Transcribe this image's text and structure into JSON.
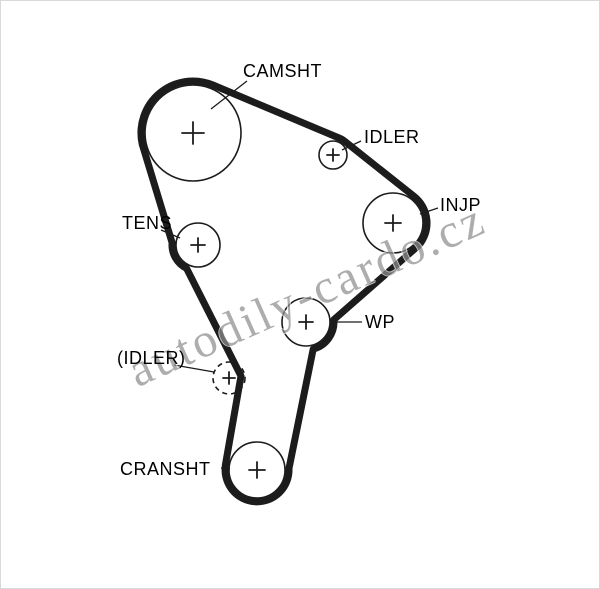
{
  "diagram": {
    "type": "timing-belt-routing-diagram",
    "labels": {
      "camshaft": "CAMSHT",
      "idler": "IDLER",
      "injection_pump": "INJP",
      "tensioner": "TENS",
      "water_pump": "WP",
      "idler_dashed": "(IDLER)",
      "crankshaft": "CRANSHT"
    },
    "watermark": "autodily-cardo.cz",
    "colors": {
      "belt": "#1c1c1c",
      "outline": "#1c1c1c",
      "label_text": "#000000",
      "watermark": "#8e8e8e",
      "background": "#ffffff",
      "border": "#d9d9d9"
    }
  }
}
